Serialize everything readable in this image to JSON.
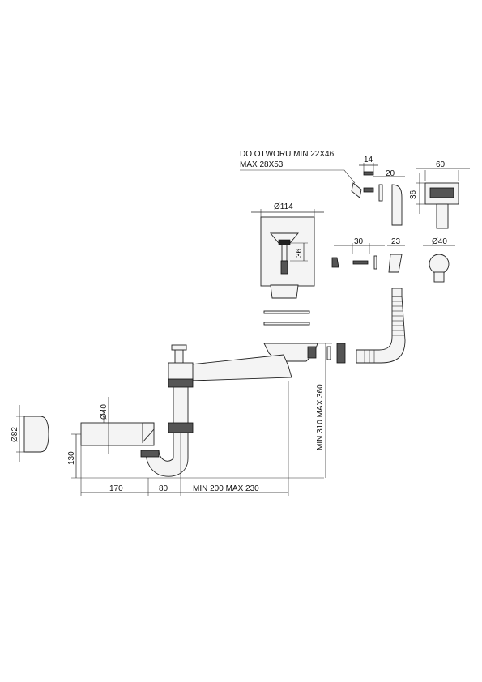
{
  "note": {
    "line1": "DO OTWORU MIN 22X46",
    "line2": "MAX 28X53"
  },
  "dimensions": {
    "d14": "14",
    "d20": "20",
    "d60": "60",
    "d36_top": "36",
    "d114": "Ø114",
    "d36_strainer": "36",
    "d30": "30",
    "d23": "23",
    "d40_right": "Ø40",
    "d40_left": "Ø40",
    "d82": "Ø82",
    "d130": "130",
    "d170": "170",
    "d80": "80",
    "d_min_max_horizontal": "MIN 200 MAX 230",
    "d_min_max_vertical": "MIN 310 MAX 360"
  },
  "colors": {
    "line": "#222222",
    "part_fill": "#f4f4f4",
    "dark_fill": "#555555"
  }
}
